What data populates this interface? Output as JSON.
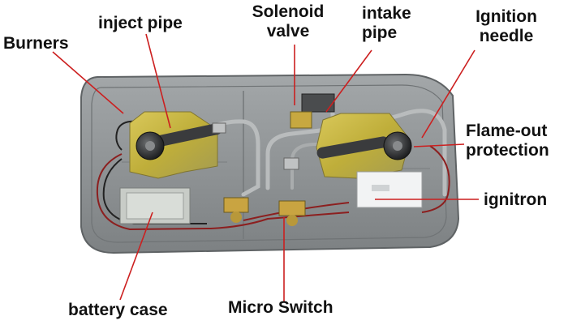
{
  "labels": {
    "burners": "Burners",
    "inject_pipe": "inject pipe",
    "solenoid_valve": [
      "Solenoid",
      "valve"
    ],
    "intake_pipe": [
      "intake",
      "pipe"
    ],
    "ignition_needle": [
      "Ignition",
      "needle"
    ],
    "flame_out_protection": [
      "Flame-out",
      "protection"
    ],
    "ignitron": "ignitron",
    "battery_case": "battery case",
    "micro_switch": "Micro Switch"
  },
  "colors": {
    "leader_line": "#cc1f1f",
    "tray": "#8e9294",
    "bracket": "#c9b63a",
    "burner": "#2e2f31"
  }
}
